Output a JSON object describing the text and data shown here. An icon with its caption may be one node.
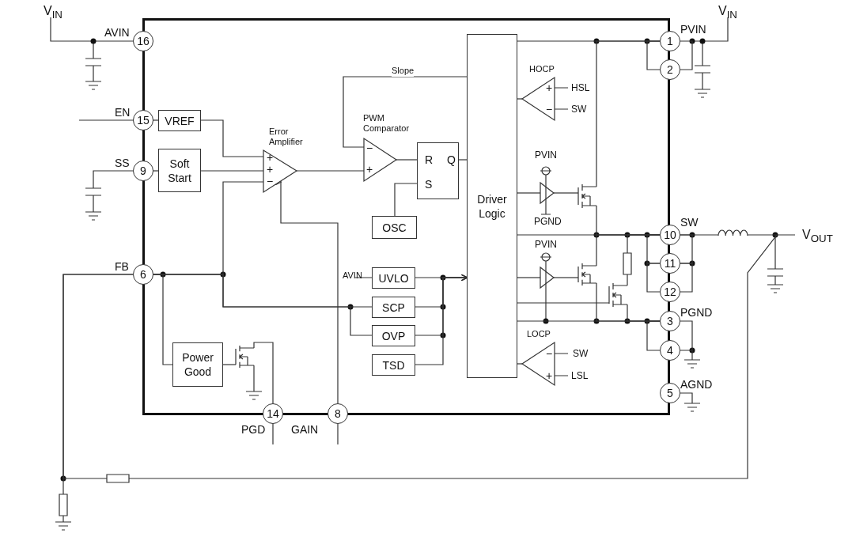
{
  "diagram": {
    "nodes": [
      {
        "text": [],
        "shape": "box"
      },
      {
        "text": [
          "16"
        ],
        "beside": [
          "AVIN"
        ]
      },
      {
        "text": [
          "15"
        ],
        "beside": [
          "EN"
        ]
      },
      {
        "text": [
          "9"
        ],
        "beside": [
          "SS"
        ]
      },
      {
        "text": [
          "6"
        ],
        "beside": [
          "FB"
        ]
      },
      {
        "text": [
          "VREF"
        ],
        "in": 0
      },
      {
        "text": [
          "Soft Start"
        ],
        "in": 0
      },
      {
        "text": [
          "Error Amplifier"
        ],
        "in": 0
      },
      {
        "text": [
          "PWM Comparator"
        ],
        "in": 0
      },
      {
        "text": [
          "R",
          "S",
          "Q"
        ],
        "in": 0
      },
      {
        "text": [
          "OSC"
        ],
        "in": 0
      },
      {
        "text": [
          "Driver Logic"
        ],
        "in": 0
      },
      {
        "text": [
          "HOCP"
        ],
        "in": 0,
        "beside": [
          "HSL",
          "SW"
        ]
      },
      {
        "text": [
          "LOCP"
        ],
        "in": 0,
        "beside": [
          "SW",
          "LSL"
        ]
      },
      {
        "text": [
          "UVLO"
        ],
        "in": 0,
        "beside": [
          "AVIN"
        ]
      },
      {
        "text": [
          "SCP"
        ],
        "in": 0
      },
      {
        "text": [
          "OVP"
        ],
        "in": 0
      },
      {
        "text": [
          "TSD"
        ],
        "in": 0
      },
      {
        "text": [
          "Power Good"
        ],
        "in": 0
      },
      {
        "text": [
          "14"
        ],
        "beside": [
          "PGD"
        ]
      },
      {
        "text": [
          "8"
        ],
        "beside": [
          "GAIN"
        ]
      },
      {
        "text": [
          "1"
        ],
        "beside": [
          "PVIN"
        ]
      },
      {
        "text": [
          "2"
        ]
      },
      {
        "text": [
          "10"
        ],
        "beside": [
          "SW"
        ]
      },
      {
        "text": [
          "11"
        ]
      },
      {
        "text": [
          "12"
        ]
      },
      {
        "text": [
          "3"
        ],
        "beside": [
          "PGND"
        ]
      },
      {
        "text": [
          "4"
        ]
      },
      {
        "text": [
          "5"
        ],
        "beside": [
          "AGND"
        ]
      },
      {
        "text": [],
        "shape": "transistor",
        "in": 0
      },
      {
        "text": [],
        "shape": "transistor",
        "in": 0
      },
      {
        "text": [],
        "shape": "transistor",
        "in": 0
      },
      {
        "text": [],
        "shape": "transistor",
        "in": 0
      },
      {
        "text": [],
        "shape": "triangle",
        "in": 0
      },
      {
        "text": [],
        "shape": "triangle",
        "in": 0
      },
      {
        "text": [],
        "shape": "resistor",
        "in": 0
      },
      {
        "text": [],
        "shape": "resistor"
      },
      {
        "text": [],
        "shape": "resistor"
      },
      {
        "text": [],
        "shape": "inductor"
      }
    ],
    "edges": [
      {
        "from": 2,
        "to": 5,
        "arrow": "none"
      },
      {
        "from": 3,
        "to": 6,
        "arrow": "none"
      },
      {
        "from": 5,
        "to": 7,
        "arrow": "none"
      },
      {
        "from": 6,
        "to": 7,
        "arrow": "none"
      },
      {
        "from": 4,
        "to": 7,
        "arrow": "none"
      },
      {
        "from": 4,
        "to": 18,
        "arrow": "none"
      },
      {
        "from": 4,
        "to": 15,
        "arrow": "none"
      },
      {
        "from": 4,
        "to": 16,
        "arrow": "none"
      },
      {
        "from": 20,
        "to": 7,
        "arrow": "to"
      },
      {
        "from": 7,
        "to": 8,
        "arrow": "none"
      },
      {
        "from": 11,
        "to": 8,
        "arrow": "none",
        "label": "Slope"
      },
      {
        "from": 8,
        "to": 9,
        "arrow": "none"
      },
      {
        "from": 10,
        "to": 9,
        "arrow": "none"
      },
      {
        "from": 9,
        "to": 11,
        "arrow": "none"
      },
      {
        "from": 14,
        "to": 11,
        "arrow": "to"
      },
      {
        "from": 15,
        "to": 11,
        "arrow": "to"
      },
      {
        "from": 16,
        "to": 11,
        "arrow": "to"
      },
      {
        "from": 17,
        "to": 11,
        "arrow": "to"
      },
      {
        "from": 12,
        "to": 11,
        "arrow": "none"
      },
      {
        "from": 13,
        "to": 11,
        "arrow": "none"
      },
      {
        "from": 11,
        "to": 21,
        "arrow": "none"
      },
      {
        "from": 21,
        "to": 22,
        "arrow": "none"
      },
      {
        "from": 11,
        "to": 23,
        "arrow": "none"
      },
      {
        "from": 23,
        "to": 24,
        "arrow": "none"
      },
      {
        "from": 24,
        "to": 25,
        "arrow": "none"
      },
      {
        "from": 11,
        "to": 26,
        "arrow": "none"
      },
      {
        "from": 26,
        "to": 27,
        "arrow": "none"
      },
      {
        "from": 21,
        "to": 22,
        "arrow": "none"
      },
      {
        "from": 26,
        "to": 27,
        "arrow": "none"
      },
      {
        "from": 23,
        "to": 24,
        "arrow": "none"
      },
      {
        "from": 24,
        "to": 25,
        "arrow": "none"
      },
      {
        "from": 18,
        "to": 29,
        "arrow": "none"
      },
      {
        "from": 29,
        "to": 19,
        "arrow": "none"
      },
      {
        "from": 11,
        "to": 33,
        "arrow": "none"
      },
      {
        "from": 33,
        "to": 30,
        "arrow": "none"
      },
      {
        "from": 30,
        "to": 21,
        "arrow": "none"
      },
      {
        "from": 30,
        "to": 23,
        "arrow": "none"
      },
      {
        "from": 11,
        "to": 34,
        "arrow": "none"
      },
      {
        "from": 34,
        "to": 31,
        "arrow": "none"
      },
      {
        "from": 31,
        "to": 23,
        "arrow": "none"
      },
      {
        "from": 31,
        "to": 26,
        "arrow": "none"
      },
      {
        "from": 11,
        "to": 32,
        "arrow": "none"
      },
      {
        "from": 32,
        "to": 35,
        "arrow": "none"
      },
      {
        "from": 35,
        "to": 23,
        "arrow": "none"
      },
      {
        "from": 32,
        "to": 26,
        "arrow": "none"
      },
      {
        "from": 4,
        "to": 36,
        "arrow": "none"
      },
      {
        "from": 4,
        "to": 37,
        "arrow": "none"
      },
      {
        "from": 36,
        "to": 38,
        "arrow": "none"
      },
      {
        "from": 23,
        "to": 38,
        "arrow": "none"
      }
    ],
    "labels": [
      "V$_{IN}$",
      "V$_{IN}$",
      "+",
      "−",
      "+",
      "+",
      "−",
      "−",
      "+",
      "PVIN",
      "PGND",
      "PVIN",
      "V$_{OUT}$",
      "−",
      "+"
    ]
  }
}
